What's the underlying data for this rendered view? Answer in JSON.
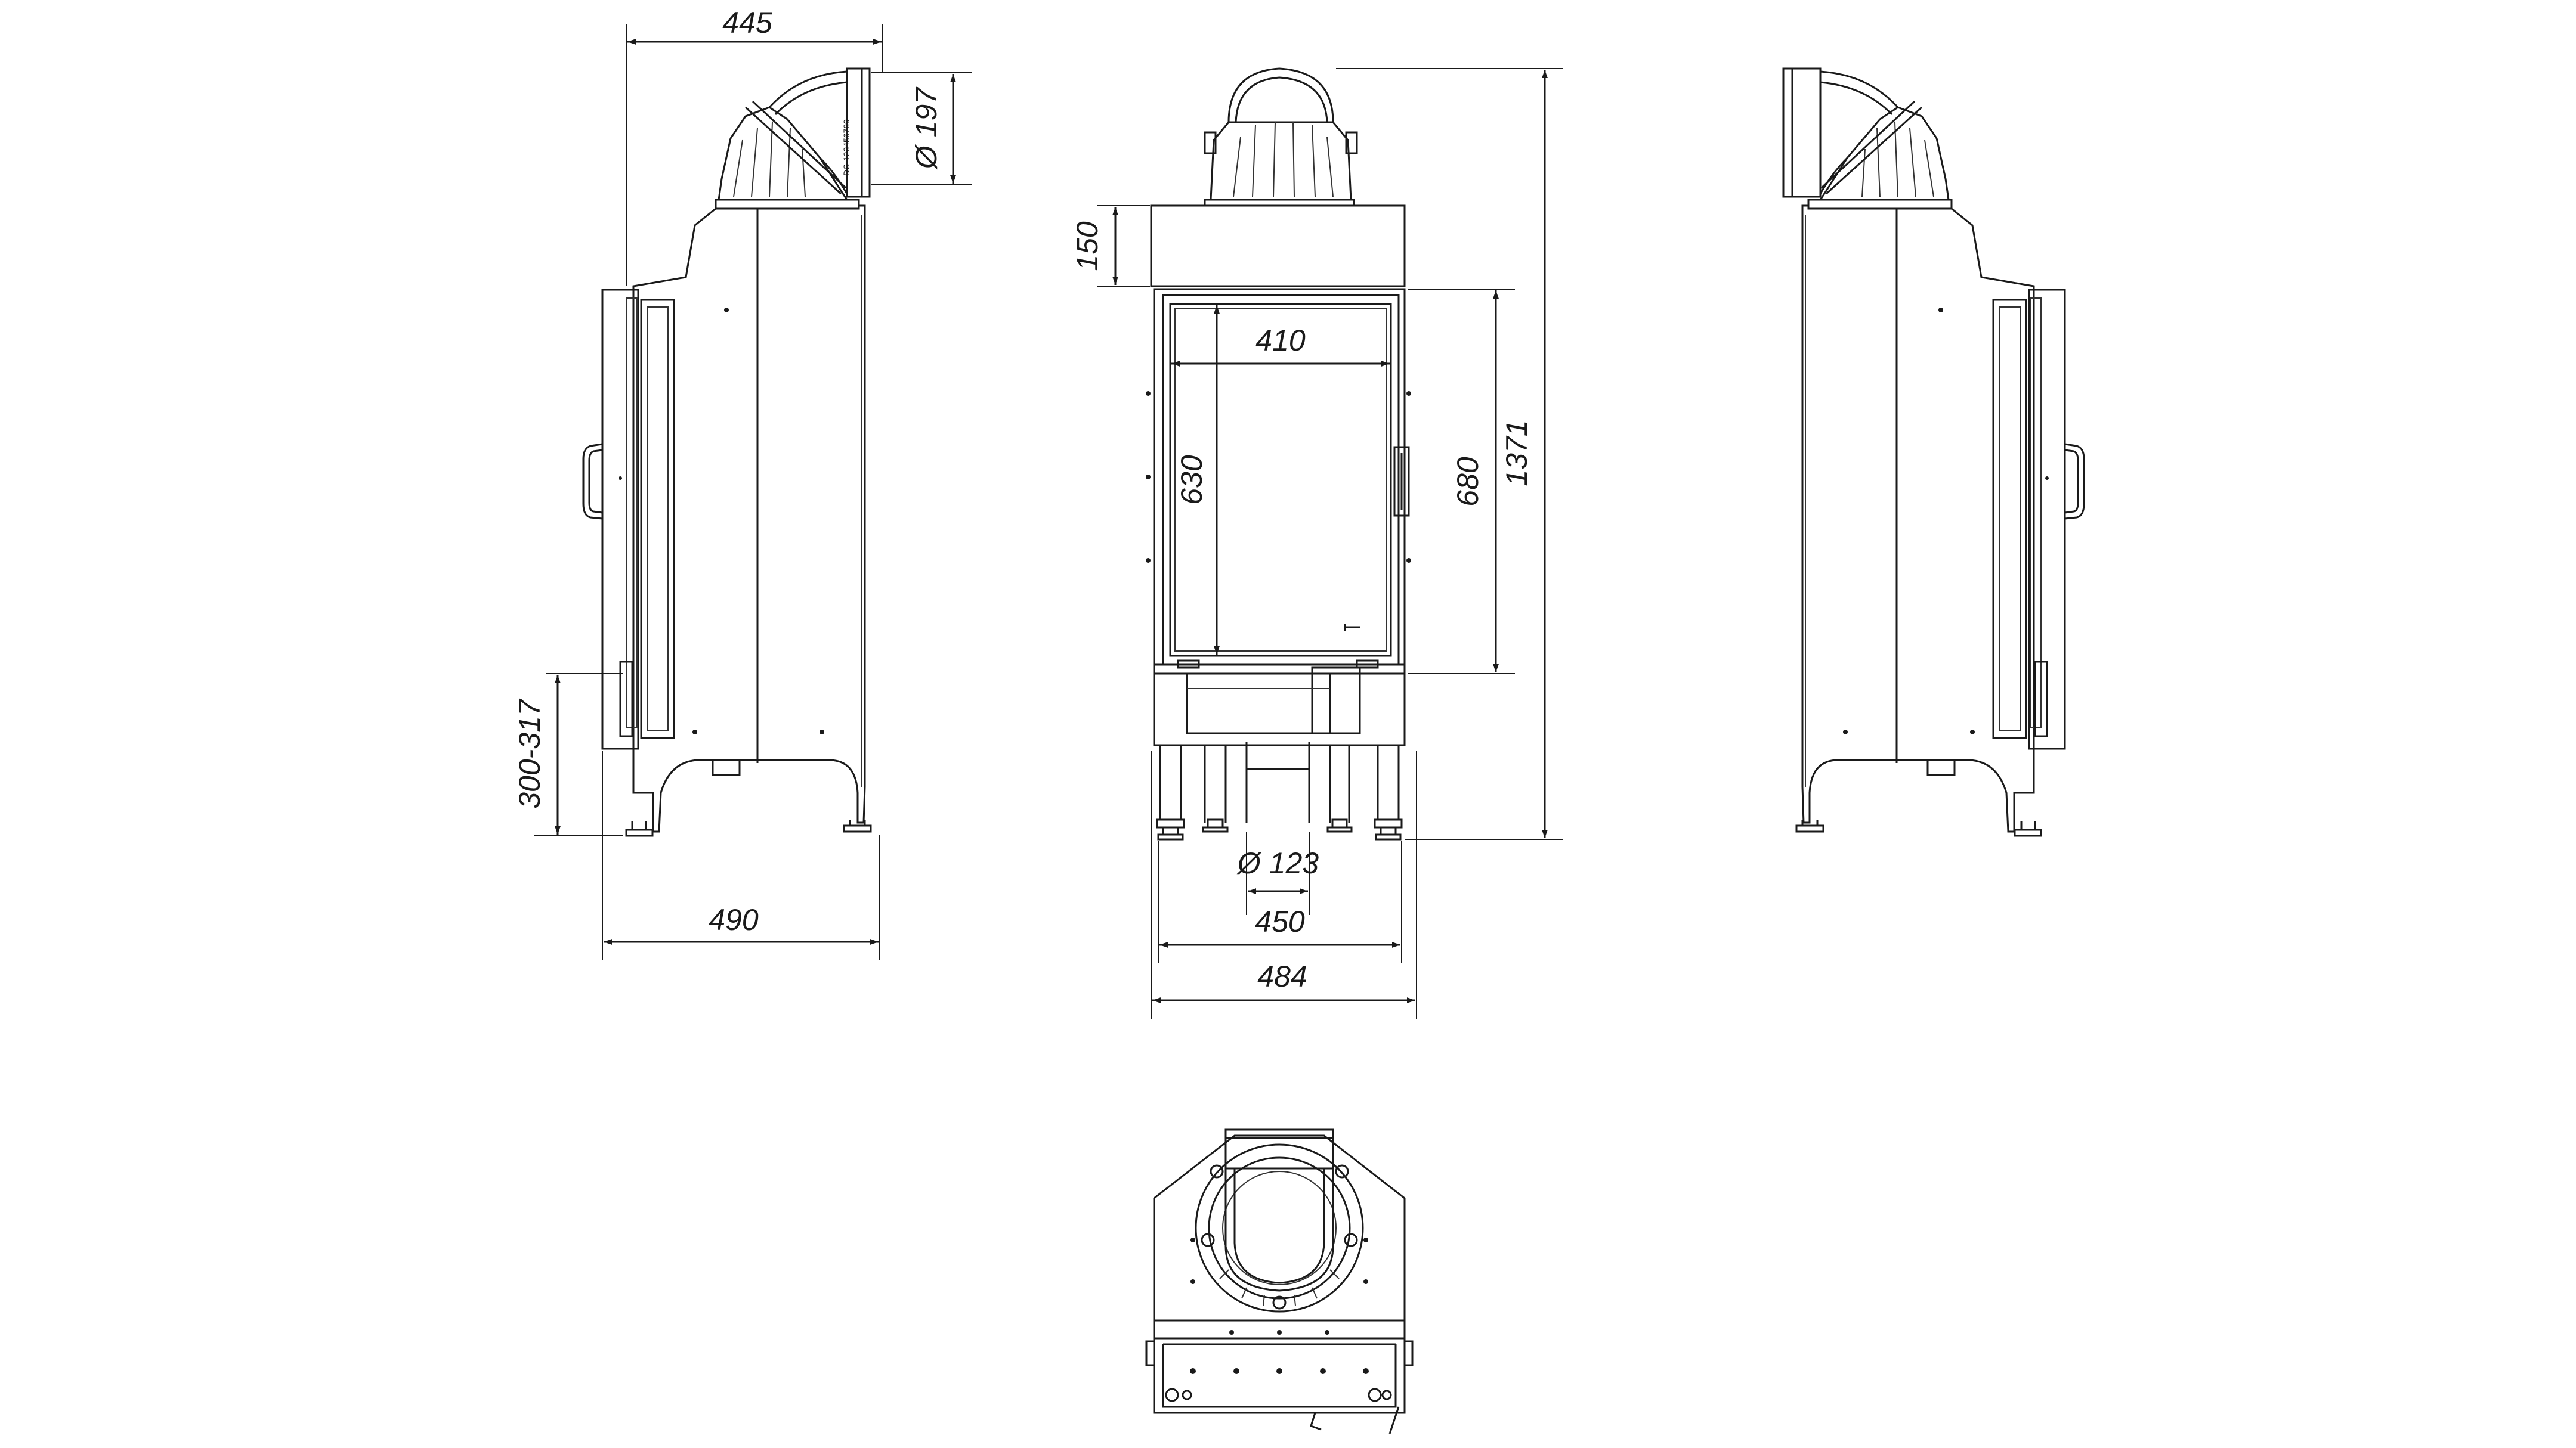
{
  "dimensions": {
    "side_depth_top": "445",
    "flue_diameter": "Ø 197",
    "side_depth_bottom": "490",
    "leg_height_range": "300-317",
    "top_section_height": "150",
    "glass_width": "410",
    "glass_height": "630",
    "door_height": "680",
    "total_height": "1371",
    "air_inlet_diameter": "Ø 123",
    "leg_span": "450",
    "body_width": "484"
  }
}
